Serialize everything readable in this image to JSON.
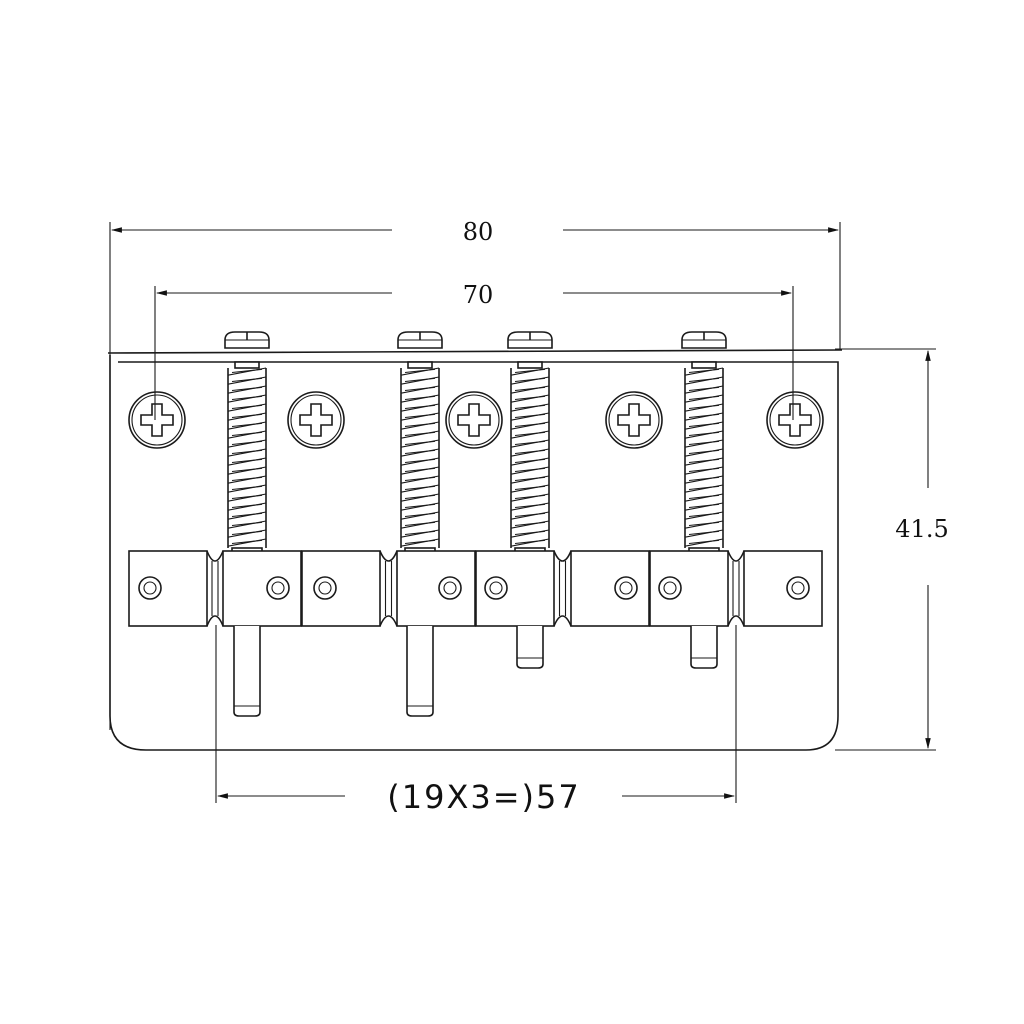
{
  "dimensions": {
    "overall_width": "80",
    "screw_spacing": "70",
    "height": "41.5",
    "string_spacing": "(19X3=)57"
  },
  "parts": {
    "mounting_screws": 5,
    "saddles": 4,
    "intonation_screws": 4,
    "saddle_block_segments": 8
  }
}
